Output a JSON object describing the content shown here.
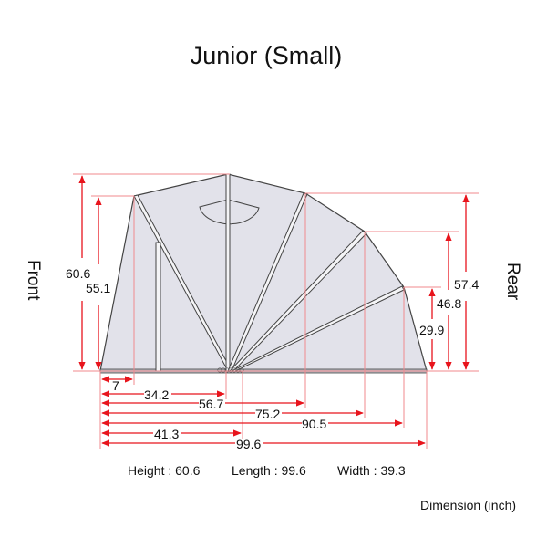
{
  "title": "Junior (Small)",
  "labels": {
    "front": "Front",
    "rear": "Rear"
  },
  "vertical_dims": {
    "overall_height": "60.6",
    "front_height": "55.1",
    "rear_1": "57.4",
    "rear_2": "46.8",
    "rear_3": "29.9"
  },
  "horizontal_dims": {
    "d1": "7",
    "d2": "34.2",
    "d3": "56.7",
    "d4": "75.2",
    "d5": "90.5",
    "d6": "41.3",
    "d7": "99.6"
  },
  "specs": {
    "height": "Height : 60.6",
    "length": "Length : 99.6",
    "width": "Width : 39.3"
  },
  "unit_note": "Dimension (inch)",
  "colors": {
    "dimension_red": "#e8141c",
    "guide_red": "#f08a8e",
    "body_fill": "#e2e2ea",
    "outline": "#444444"
  }
}
